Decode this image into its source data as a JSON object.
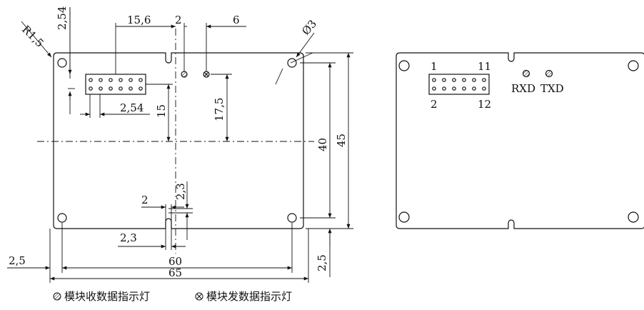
{
  "drawing": {
    "left_view": {
      "dimensions": {
        "r_corner": "R1,5",
        "pitch_top": "2,54",
        "hole_dia": "Ø3",
        "offset_15_6": "15,6",
        "offset_6": "6",
        "pitch_side": "2,54",
        "v_15": "15",
        "v_17_5": "17,5",
        "v_40": "40",
        "v_45": "45",
        "notch_width": "2",
        "notch_depth": "2,3",
        "notch_offset": "2,3",
        "margin_left": "2,5",
        "margin_bottom": "2,5",
        "hole_span": "60",
        "board_width": "65"
      }
    },
    "right_view": {
      "pin_labels": {
        "top_left": "1",
        "top_right": "11",
        "bottom_left": "2",
        "bottom_right": "12"
      },
      "led_labels": {
        "rx": "RXD",
        "tx": "TXD"
      }
    },
    "legend": {
      "rx_led": "模块收数据指示灯",
      "tx_led": "模块发数据指示灯"
    }
  }
}
